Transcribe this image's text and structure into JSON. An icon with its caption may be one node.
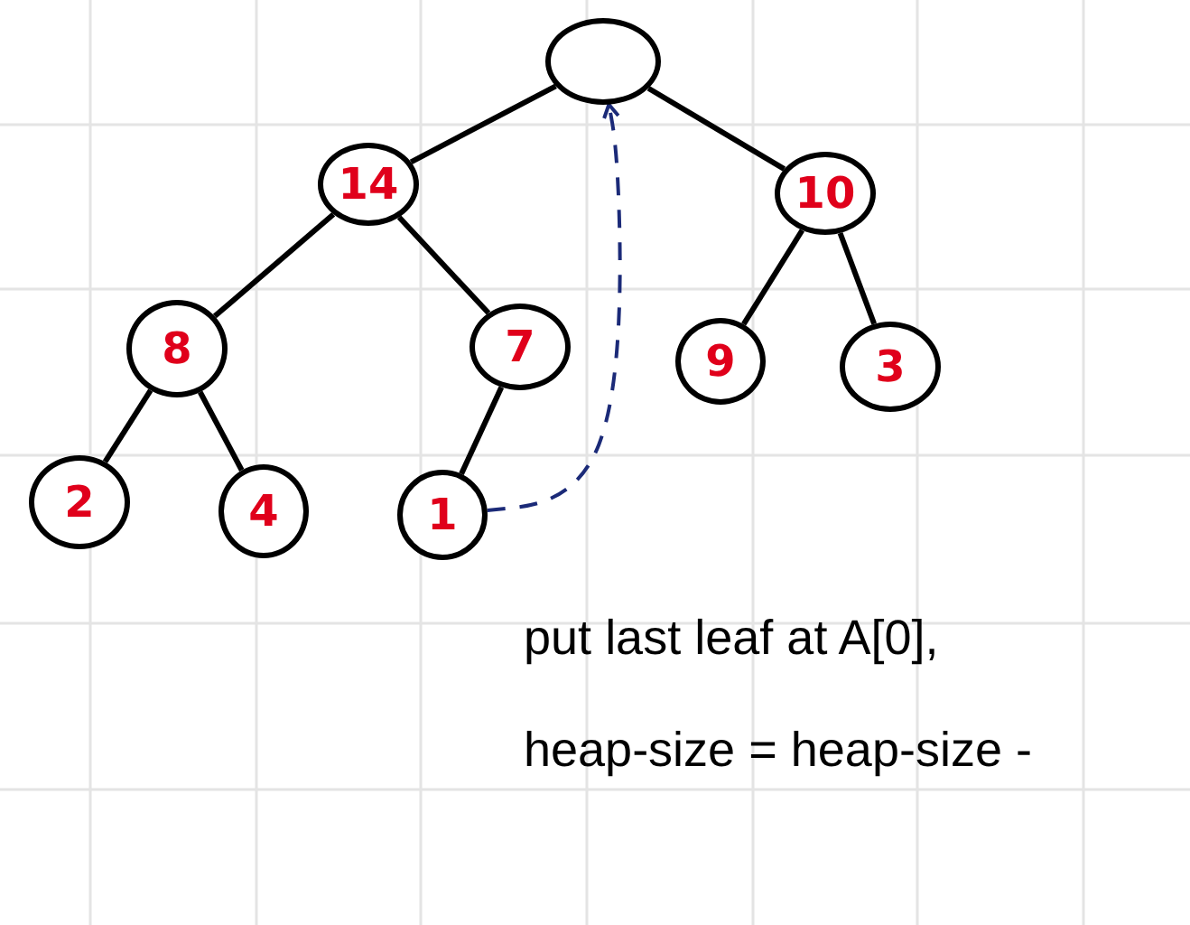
{
  "diagram": {
    "nodes": [
      {
        "text": [],
        "shape": "circle"
      },
      {
        "text": [
          "14"
        ]
      },
      {
        "text": [
          "10"
        ]
      },
      {
        "text": [
          "8"
        ]
      },
      {
        "text": [
          "7"
        ]
      },
      {
        "text": [
          "9"
        ]
      },
      {
        "text": [
          "3"
        ]
      },
      {
        "text": [
          "2"
        ]
      },
      {
        "text": [
          "4"
        ]
      },
      {
        "text": [
          "1"
        ]
      }
    ],
    "edges": [
      {
        "from": 0,
        "to": 1,
        "arrow": "none"
      },
      {
        "from": 0,
        "to": 2,
        "arrow": "none"
      },
      {
        "from": 1,
        "to": 3,
        "arrow": "none"
      },
      {
        "from": 1,
        "to": 4,
        "arrow": "none"
      },
      {
        "from": 2,
        "to": 5,
        "arrow": "none"
      },
      {
        "from": 2,
        "to": 6,
        "arrow": "none"
      },
      {
        "from": 3,
        "to": 7,
        "arrow": "none"
      },
      {
        "from": 3,
        "to": 8,
        "arrow": "none"
      },
      {
        "from": 4,
        "to": 9,
        "arrow": "none"
      },
      {
        "from": 9,
        "to": 0,
        "arrow": "to",
        "style": "dashed",
        "color": "#1b2a78"
      }
    ],
    "labels": [
      "put last leaf at A[0], heap-size = heap-size -"
    ]
  }
}
